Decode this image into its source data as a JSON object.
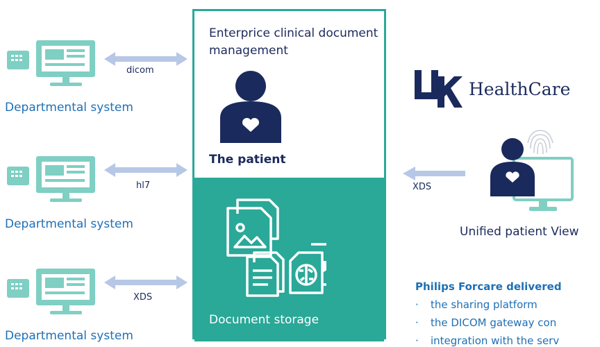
{
  "departmental": [
    {
      "label": "Departmental system",
      "protocol": "dicom"
    },
    {
      "label": "Departmental system",
      "protocol": "hl7"
    },
    {
      "label": "Departmental system",
      "protocol": "XDS"
    }
  ],
  "center": {
    "title": "Enterprice clinical document management",
    "patient_label": "The patient",
    "storage_label": "Document storage"
  },
  "right": {
    "logo_text": "HealthCare",
    "logo_mark": "UK",
    "arrow_label": "XDS",
    "view_label": "Unified patient View"
  },
  "forcare": {
    "title": "Philips Forcare delivered",
    "bullets": [
      "the sharing platform",
      "the DICOM gateway con",
      "integration with the serv"
    ]
  },
  "colors": {
    "teal": "#2aa898",
    "light_teal": "#7fcfc3",
    "navy": "#1b2a5c",
    "blue": "#1f6fb5",
    "arrow": "#b7c7e6"
  }
}
